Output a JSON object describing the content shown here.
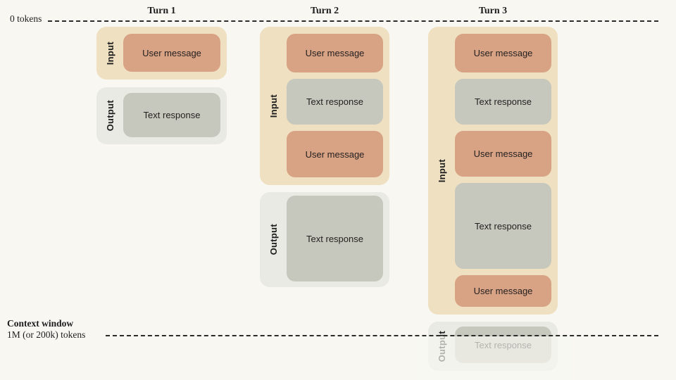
{
  "axis": {
    "top_label": "0 tokens",
    "bottom_title": "Context window",
    "bottom_sub": "1M (or 200k) tokens"
  },
  "turns": [
    {
      "title": "Turn 1",
      "input": {
        "label": "Input",
        "blocks": [
          {
            "type": "user",
            "text": "User message"
          }
        ]
      },
      "output": {
        "label": "Output",
        "blocks": [
          {
            "type": "response",
            "text": "Text response"
          }
        ]
      }
    },
    {
      "title": "Turn 2",
      "input": {
        "label": "Input",
        "blocks": [
          {
            "type": "user",
            "text": "User message"
          },
          {
            "type": "response",
            "text": "Text response"
          },
          {
            "type": "user",
            "text": "User message"
          }
        ]
      },
      "output": {
        "label": "Output",
        "blocks": [
          {
            "type": "response",
            "text": "Text response"
          }
        ]
      }
    },
    {
      "title": "Turn 3",
      "input": {
        "label": "Input",
        "blocks": [
          {
            "type": "user",
            "text": "User message"
          },
          {
            "type": "response",
            "text": "Text response"
          },
          {
            "type": "user",
            "text": "User message"
          },
          {
            "type": "response",
            "text": "Text response"
          },
          {
            "type": "user",
            "text": "User message"
          }
        ]
      },
      "output": {
        "label": "Output",
        "faded": true,
        "blocks": [
          {
            "type": "response",
            "text": "Text response"
          }
        ]
      }
    }
  ],
  "colors": {
    "background": "#f8f7f2",
    "input_group": "#eee0c0",
    "output_group": "#eaeae4",
    "user_message": "#d8a284",
    "text_response": "#c6c7bd",
    "dash_line": "#2b2b2b",
    "text": "#1d1d1d"
  }
}
